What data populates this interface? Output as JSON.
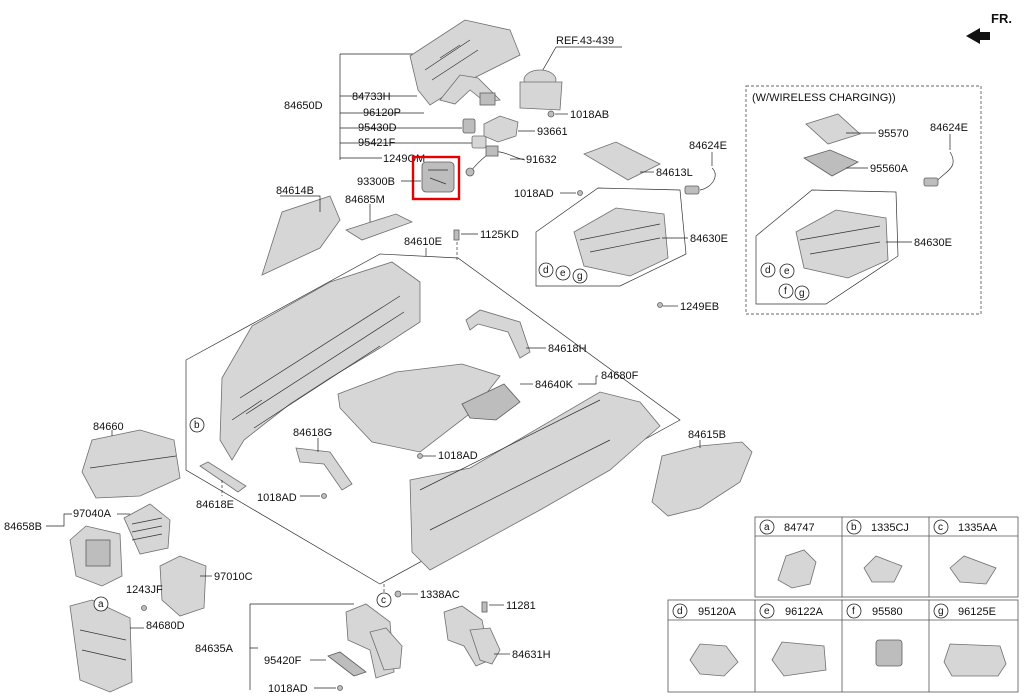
{
  "orientation_label": "FR.",
  "reference_label": "REF.43-439",
  "wireless_header": "(W/WIRELESS CHARGING))",
  "parts": {
    "p84650D": "84650D",
    "p84733H": "84733H",
    "p96120P": "96120P",
    "p95430D": "95430D",
    "p95421F": "95421F",
    "p1249OM": "1249OM",
    "p93300B": "93300B",
    "p93661": "93661",
    "p91632": "91632",
    "p1018AB": "1018AB",
    "p84614B": "84614B",
    "p84685M": "84685M",
    "p84610E": "84610E",
    "p1125KD": "1125KD",
    "p84624E_a": "84624E",
    "p84613L": "84613L",
    "p1018AD_top": "1018AD",
    "p84630E_a": "84630E",
    "p1249EB": "1249EB",
    "p95570": "95570",
    "p84624E_b": "84624E",
    "p95560A": "95560A",
    "p84630E_b": "84630E",
    "p84618H": "84618H",
    "p84680F": "84680F",
    "p84640K": "84640K",
    "p84660": "84660",
    "p84618G": "84618G",
    "p1018AD_mid": "1018AD",
    "p84615B": "84615B",
    "p84618E": "84618E",
    "p1018AD_left": "1018AD",
    "p84658B": "84658B",
    "p97040A": "97040A",
    "p97010C": "97010C",
    "p1243JF": "1243JF",
    "p84680D": "84680D",
    "p1338AC": "1338AC",
    "p11281": "11281",
    "p84635A": "84635A",
    "p95420F": "95420F",
    "p84631H": "84631H",
    "p1018AD_bot": "1018AD"
  },
  "callouts": {
    "b": "b",
    "a": "a",
    "c": "c",
    "d1": "d",
    "e1": "e",
    "g1": "g",
    "d2": "d",
    "e2": "e",
    "f2": "f",
    "g2": "g"
  },
  "legend": [
    {
      "letter": "a",
      "part": "84747"
    },
    {
      "letter": "b",
      "part": "1335CJ"
    },
    {
      "letter": "c",
      "part": "1335AA"
    },
    {
      "letter": "d",
      "part": "95120A"
    },
    {
      "letter": "e",
      "part": "96122A"
    },
    {
      "letter": "f",
      "part": "95580"
    },
    {
      "letter": "g",
      "part": "96125E"
    }
  ]
}
